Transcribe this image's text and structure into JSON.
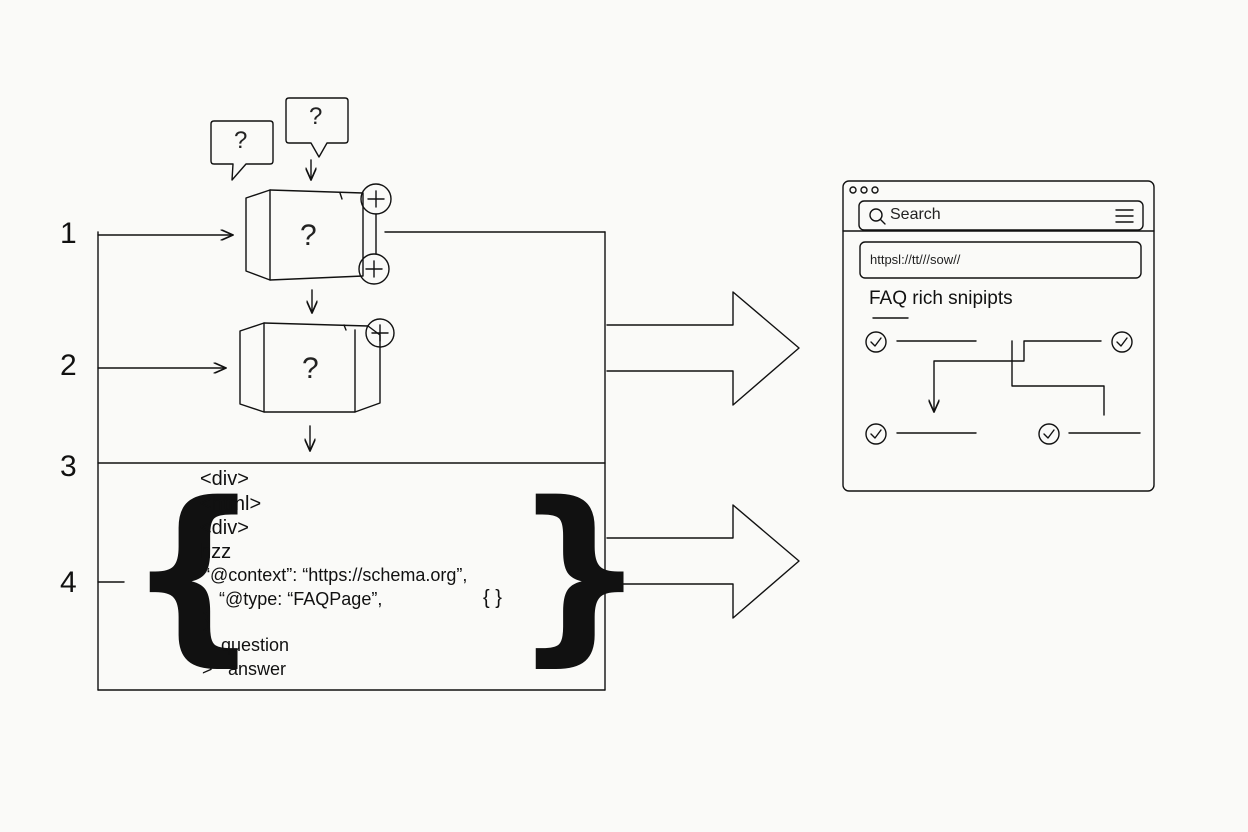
{
  "steps": [
    "1",
    "2",
    "3",
    "4"
  ],
  "question_mark": "?",
  "code_block": {
    "lines": [
      "<div>",
      "<html>",
      "<div>",
      "hzz"
    ],
    "context_line": "“@context”: “https://schema.org”,",
    "type_line": "“@type: “FAQPage”,",
    "close_brace": "}",
    "inline_braces": "{ }",
    "question": "question",
    "answer_prefix": ">",
    "answer": "answer",
    "open_brace": "{",
    "big_close_brace": "}"
  },
  "browser": {
    "search_placeholder": "Search",
    "url": "httpsl://tt///sow//",
    "title": "FAQ rich snipipts",
    "checked_items": 4
  },
  "icons": [
    "speech-bubble-question-icon",
    "question-box-icon",
    "plus-circle-icon",
    "search-icon",
    "menu-icon",
    "checkmark-circle-icon",
    "arrow-right-icon"
  ]
}
